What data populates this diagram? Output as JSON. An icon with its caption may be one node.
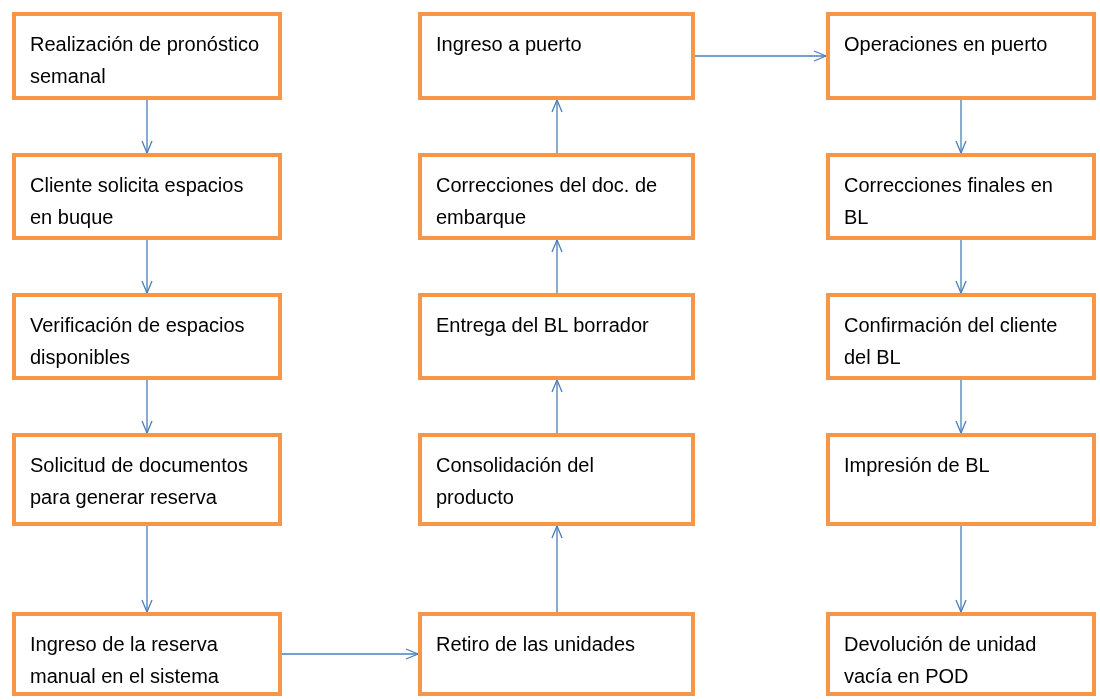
{
  "diagram": {
    "nodes": [
      {
        "text": [
          "Realización de pronóstico semanal"
        ]
      },
      {
        "text": [
          "Cliente solicita espacios en buque"
        ]
      },
      {
        "text": [
          "Verificación de espacios disponibles"
        ]
      },
      {
        "text": [
          "Solicitud de documentos para generar reserva"
        ]
      },
      {
        "text": [
          "Ingreso de la reserva manual en el sistema"
        ]
      },
      {
        "text": [
          "Ingreso a puerto"
        ]
      },
      {
        "text": [
          "Correcciones del doc. de embarque"
        ]
      },
      {
        "text": [
          "Entrega del BL borrador"
        ]
      },
      {
        "text": [
          "Consolidación del producto"
        ]
      },
      {
        "text": [
          "Retiro de las unidades"
        ]
      },
      {
        "text": [
          "Operaciones en puerto"
        ]
      },
      {
        "text": [
          "Correcciones finales en BL"
        ]
      },
      {
        "text": [
          "Confirmación del cliente del BL"
        ]
      },
      {
        "text": [
          "Impresión de BL"
        ]
      },
      {
        "text": [
          "Devolución de unidad vacía en POD"
        ]
      }
    ],
    "edges": [
      {
        "from": 0,
        "to": 1,
        "arrow": "to"
      },
      {
        "from": 1,
        "to": 2,
        "arrow": "to"
      },
      {
        "from": 2,
        "to": 3,
        "arrow": "to"
      },
      {
        "from": 3,
        "to": 4,
        "arrow": "to"
      },
      {
        "from": 4,
        "to": 9,
        "arrow": "to"
      },
      {
        "from": 9,
        "to": 8,
        "arrow": "to"
      },
      {
        "from": 8,
        "to": 7,
        "arrow": "to"
      },
      {
        "from": 7,
        "to": 6,
        "arrow": "to"
      },
      {
        "from": 6,
        "to": 5,
        "arrow": "to"
      },
      {
        "from": 5,
        "to": 10,
        "arrow": "to"
      },
      {
        "from": 10,
        "to": 11,
        "arrow": "to"
      },
      {
        "from": 11,
        "to": 12,
        "arrow": "to"
      },
      {
        "from": 12,
        "to": 13,
        "arrow": "to"
      },
      {
        "from": 13,
        "to": 14,
        "arrow": "to"
      }
    ]
  }
}
